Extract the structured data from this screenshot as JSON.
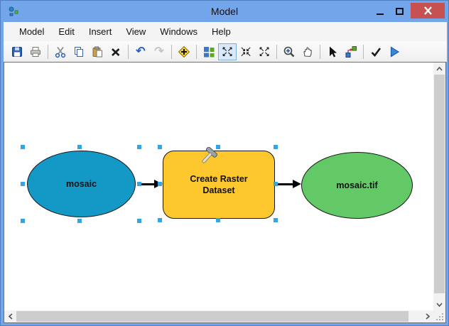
{
  "window": {
    "title": "Model",
    "controls": {
      "minimize": "minimize",
      "maximize": "maximize",
      "close": "close"
    }
  },
  "menu": {
    "items": [
      "Model",
      "Edit",
      "Insert",
      "View",
      "Windows",
      "Help"
    ]
  },
  "toolbar": {
    "items": [
      {
        "name": "save",
        "icon": "save-icon"
      },
      {
        "name": "print",
        "icon": "print-icon"
      },
      {
        "name": "cut",
        "icon": "cut-icon"
      },
      {
        "name": "copy",
        "icon": "copy-icon"
      },
      {
        "name": "paste",
        "icon": "paste-icon"
      },
      {
        "name": "delete",
        "icon": "delete-icon"
      },
      {
        "name": "undo",
        "icon": "undo-icon",
        "state": "enabled"
      },
      {
        "name": "redo",
        "icon": "redo-icon",
        "state": "disabled"
      },
      {
        "name": "add-data",
        "icon": "add-data-icon"
      },
      {
        "name": "auto-layout",
        "icon": "auto-layout-icon"
      },
      {
        "name": "full-extent",
        "icon": "full-extent-icon",
        "state": "active"
      },
      {
        "name": "fixed-zoom-in",
        "icon": "fixed-zoom-in-icon"
      },
      {
        "name": "fixed-zoom-out",
        "icon": "fixed-zoom-out-icon"
      },
      {
        "name": "zoom-in",
        "icon": "zoom-in-icon"
      },
      {
        "name": "pan",
        "icon": "pan-icon"
      },
      {
        "name": "select",
        "icon": "select-icon"
      },
      {
        "name": "connect",
        "icon": "connect-icon"
      },
      {
        "name": "validate",
        "icon": "validate-icon"
      },
      {
        "name": "run",
        "icon": "run-icon"
      }
    ],
    "undo_glyph": "↶",
    "redo_glyph": "↷",
    "fixed_zoom_in_rows": [
      "↘↙",
      "↗↖"
    ],
    "fixed_zoom_out_rows": [
      "↖↗",
      "↙↘"
    ],
    "full_extent_rows": [
      "↖↗",
      "↙↘"
    ]
  },
  "diagram": {
    "nodes": [
      {
        "id": "input",
        "label": "mosaic",
        "type": "variable",
        "shape": "ellipse",
        "fill": "#1499C7",
        "selected": true
      },
      {
        "id": "tool",
        "label": "Create Raster Dataset",
        "type": "tool",
        "shape": "rounded-rect",
        "fill": "#FDC82D",
        "selected": true,
        "overlay_icon": "hammer-cursor-icon"
      },
      {
        "id": "output",
        "label": "mosaic.tif",
        "type": "output",
        "shape": "ellipse",
        "fill": "#62C966",
        "selected": false
      }
    ],
    "connections": [
      {
        "from": "input",
        "to": "tool"
      },
      {
        "from": "tool",
        "to": "output"
      }
    ]
  },
  "colors": {
    "titlebar_blue": "#73A5EA",
    "close_red": "#C75050",
    "menu_bg": "#F4F4F4",
    "node_input_fill": "#1499C7",
    "node_tool_fill": "#FDC82D",
    "node_output_fill": "#62C966",
    "selection_handle": "#2EA7E6",
    "scrollbar_thumb": "#CDCDCD"
  }
}
